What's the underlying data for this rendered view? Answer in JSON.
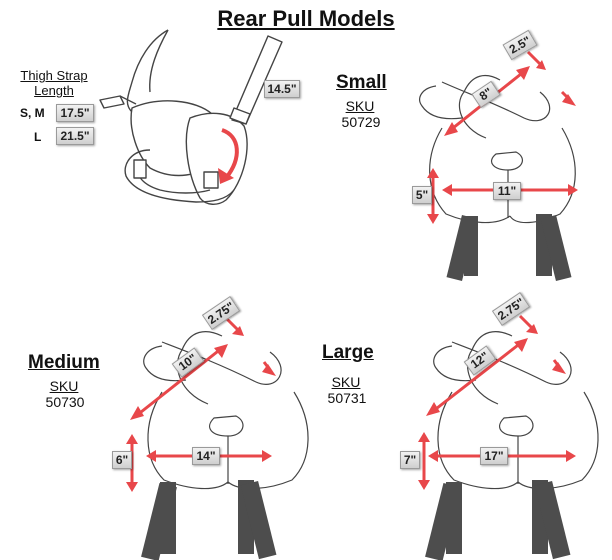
{
  "title": "Rear Pull Models",
  "thigh_strap": {
    "heading_line1": "Thigh Strap",
    "heading_line2": "Length",
    "rows": [
      {
        "size": "S, M",
        "length": "17.5\""
      },
      {
        "size": "L",
        "length": "21.5\""
      }
    ],
    "strap_length": "14.5\""
  },
  "models": {
    "small": {
      "name": "Small",
      "sku_label": "SKU",
      "sku": "50729",
      "dims": {
        "top": "2.5\"",
        "diag": "8\"",
        "width": "11\"",
        "height": "5\""
      }
    },
    "medium": {
      "name": "Medium",
      "sku_label": "SKU",
      "sku": "50730",
      "dims": {
        "top": "2.75\"",
        "diag": "10\"",
        "width": "14\"",
        "height": "6\""
      }
    },
    "large": {
      "name": "Large",
      "sku_label": "SKU",
      "sku": "50731",
      "dims": {
        "top": "2.75\"",
        "diag": "12\"",
        "width": "17\"",
        "height": "7\""
      }
    }
  },
  "colors": {
    "arrow": "#e8474a",
    "strap": "#4d4d4d",
    "outline": "#444444"
  }
}
